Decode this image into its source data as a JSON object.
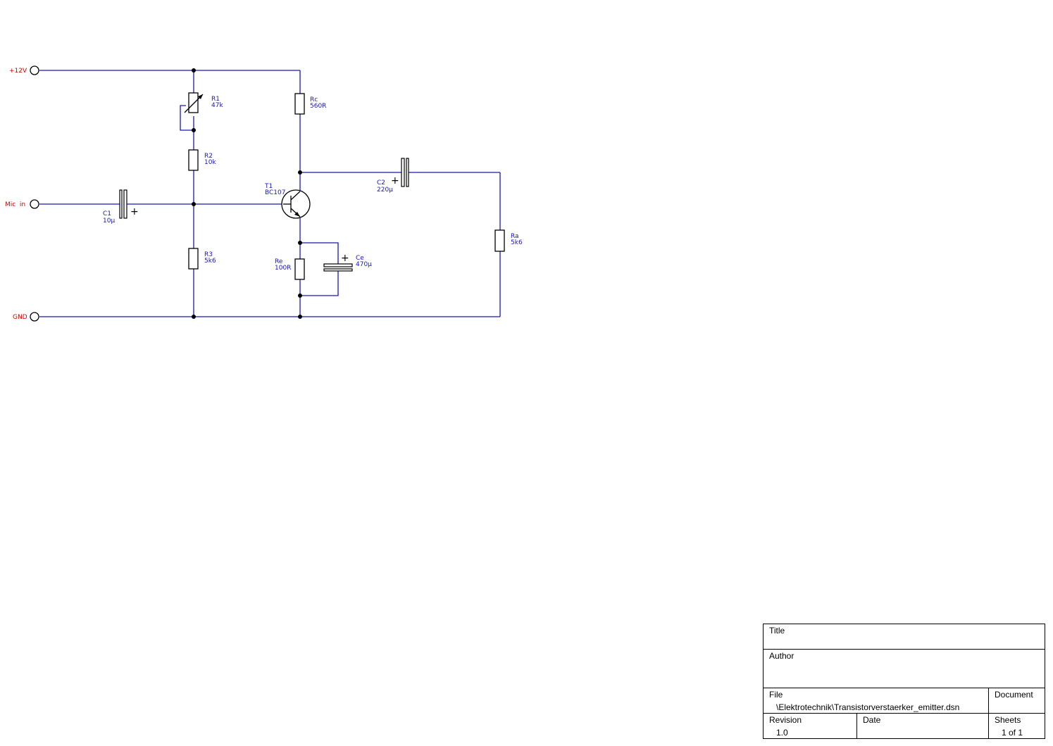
{
  "ports": {
    "supply": "+12V",
    "input": "Mic  in",
    "ground": "GND"
  },
  "components": {
    "R1": {
      "ref": "R1",
      "value": "47k"
    },
    "R2": {
      "ref": "R2",
      "value": "10k"
    },
    "R3": {
      "ref": "R3",
      "value": "5k6"
    },
    "Rc": {
      "ref": "Rc",
      "value": "560R"
    },
    "Re": {
      "ref": "Re",
      "value": "100R"
    },
    "Ra": {
      "ref": "Ra",
      "value": "5k6"
    },
    "C1": {
      "ref": "C1",
      "value": "10µ"
    },
    "C2": {
      "ref": "C2",
      "value": "220µ"
    },
    "Ce": {
      "ref": "Ce",
      "value": "470µ"
    },
    "T1": {
      "ref": "T1",
      "value": "BC107"
    }
  },
  "polarity_mark": "+",
  "title_block": {
    "title_label": "Title",
    "title_value": "",
    "author_label": "Author",
    "author_value": "",
    "file_label": "File",
    "file_value": "\\Elektrotechnik\\Transistorverstaerker_emitter.dsn",
    "document_label": "Document",
    "document_value": "",
    "revision_label": "Revision",
    "revision_value": "1.0",
    "date_label": "Date",
    "date_value": "",
    "sheets_label": "Sheets",
    "sheets_value": "1 of 1"
  },
  "colors": {
    "wire": "#1818b0",
    "port_label": "#cc0000",
    "component": "#000000"
  }
}
